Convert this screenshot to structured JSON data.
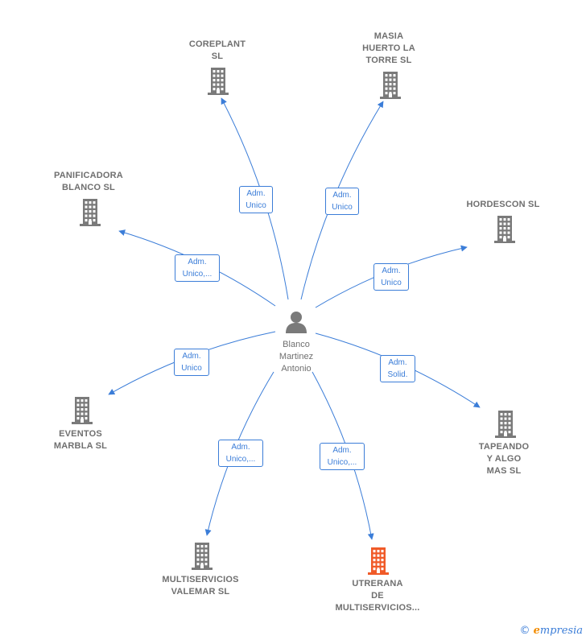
{
  "colors": {
    "edge": "#3b7dd8",
    "icon_default": "#7a7a7a",
    "icon_highlight": "#f05a28",
    "label": "#6f6f6f"
  },
  "center": {
    "name": "Blanco\nMartinez\nAntonio",
    "icon": "person-icon"
  },
  "companies": [
    {
      "id": "coreplant",
      "name": "COREPLANT\nSL",
      "role": "Adm.\nUnico",
      "highlight": false
    },
    {
      "id": "masia",
      "name": "MASIA\nHUERTO LA\nTORRE  SL",
      "role": "Adm.\nUnico",
      "highlight": false
    },
    {
      "id": "panificadora",
      "name": "PANIFICADORA\nBLANCO SL",
      "role": "Adm.\nUnico,...",
      "highlight": false
    },
    {
      "id": "hordescon",
      "name": "HORDESCON SL",
      "role": "Adm.\nUnico",
      "highlight": false
    },
    {
      "id": "eventos",
      "name": "EVENTOS\nMARBLA  SL",
      "role": "Adm.\nUnico",
      "highlight": false
    },
    {
      "id": "tapeando",
      "name": "TAPEANDO\nY ALGO\nMAS SL",
      "role": "Adm.\nSolid.",
      "highlight": false
    },
    {
      "id": "multivalemar",
      "name": "MULTISERVICIOS\nVALEMAR  SL",
      "role": "Adm.\nUnico,...",
      "highlight": false
    },
    {
      "id": "utrerana",
      "name": "UTRERANA\nDE\nMULTISERVICIOS...",
      "role": "Adm.\nUnico,...",
      "highlight": true
    }
  ],
  "footer": {
    "copyright": "©",
    "brand_first": "e",
    "brand_rest": "mpresia"
  }
}
